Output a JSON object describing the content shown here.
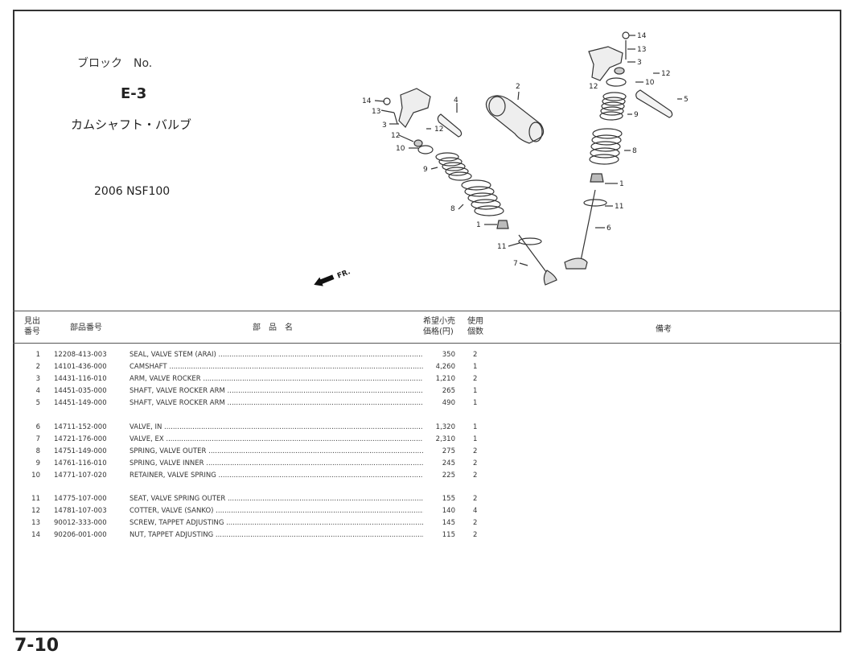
{
  "header": {
    "block_label": "ブロック　No.",
    "block_code": "E-3",
    "block_name": "カムシャフト・バルブ",
    "model": "2006 NSF100",
    "direction_label": "FR."
  },
  "diagram_callouts": [
    "1",
    "2",
    "3",
    "4",
    "5",
    "6",
    "7",
    "8",
    "9",
    "10",
    "11",
    "12",
    "13",
    "14"
  ],
  "table": {
    "headers": {
      "ref": "見出\n番号",
      "part_no": "部品番号",
      "name": "部　品　名",
      "price": "希望小売\n価格(円)",
      "qty": "使用\n個数",
      "remarks": "備考"
    },
    "rows": [
      {
        "ref": "1",
        "part": "12208-413-003",
        "desc": "SEAL, VALVE STEM (ARAI)",
        "price": "350",
        "qty": "2"
      },
      {
        "ref": "2",
        "part": "14101-436-000",
        "desc": "CAMSHAFT",
        "price": "4,260",
        "qty": "1"
      },
      {
        "ref": "3",
        "part": "14431-116-010",
        "desc": "ARM, VALVE ROCKER",
        "price": "1,210",
        "qty": "2"
      },
      {
        "ref": "4",
        "part": "14451-035-000",
        "desc": "SHAFT, VALVE ROCKER ARM",
        "price": "265",
        "qty": "1"
      },
      {
        "ref": "5",
        "part": "14451-149-000",
        "desc": "SHAFT, VALVE ROCKER ARM",
        "price": "490",
        "qty": "1"
      },
      {
        "ref": "6",
        "part": "14711-152-000",
        "desc": "VALVE, IN",
        "price": "1,320",
        "qty": "1"
      },
      {
        "ref": "7",
        "part": "14721-176-000",
        "desc": "VALVE, EX",
        "price": "2,310",
        "qty": "1"
      },
      {
        "ref": "8",
        "part": "14751-149-000",
        "desc": "SPRING, VALVE OUTER",
        "price": "275",
        "qty": "2"
      },
      {
        "ref": "9",
        "part": "14761-116-010",
        "desc": "SPRING, VALVE INNER",
        "price": "245",
        "qty": "2"
      },
      {
        "ref": "10",
        "part": "14771-107-020",
        "desc": "RETAINER, VALVE SPRING",
        "price": "225",
        "qty": "2"
      },
      {
        "ref": "11",
        "part": "14775-107-000",
        "desc": "SEAT, VALVE SPRING OUTER",
        "price": "155",
        "qty": "2"
      },
      {
        "ref": "12",
        "part": "14781-107-003",
        "desc": "COTTER, VALVE (SANKO)",
        "price": "140",
        "qty": "4"
      },
      {
        "ref": "13",
        "part": "90012-333-000",
        "desc": "SCREW, TAPPET ADJUSTING",
        "price": "145",
        "qty": "2"
      },
      {
        "ref": "14",
        "part": "90206-001-000",
        "desc": "NUT, TAPPET ADJUSTING",
        "price": "115",
        "qty": "2"
      }
    ]
  },
  "footer": {
    "page_number": "7-10"
  }
}
